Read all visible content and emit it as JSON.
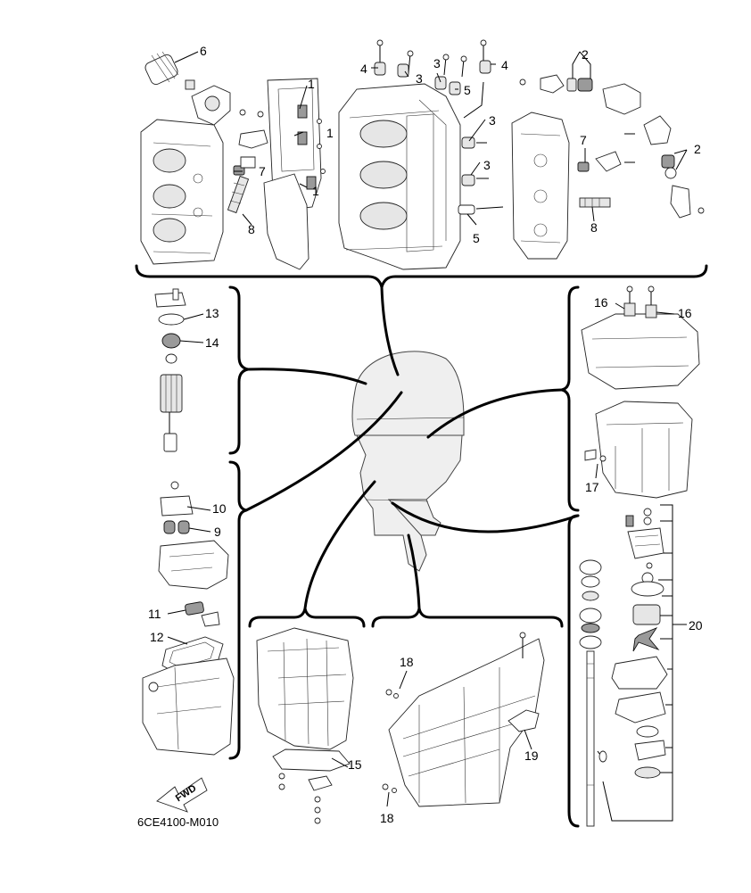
{
  "diagram": {
    "code": "6CE4100-M010",
    "fwd_label": "FWD",
    "callouts": {
      "c1": "1",
      "c2": "2",
      "c3": "3",
      "c4": "4",
      "c5": "5",
      "c6": "6",
      "c7": "7",
      "c8": "8",
      "c9": "9",
      "c10": "10",
      "c11": "11",
      "c12": "12",
      "c13": "13",
      "c14": "14",
      "c15": "15",
      "c16": "16",
      "c17": "17",
      "c18": "18",
      "c19": "19",
      "c20": "20"
    }
  }
}
